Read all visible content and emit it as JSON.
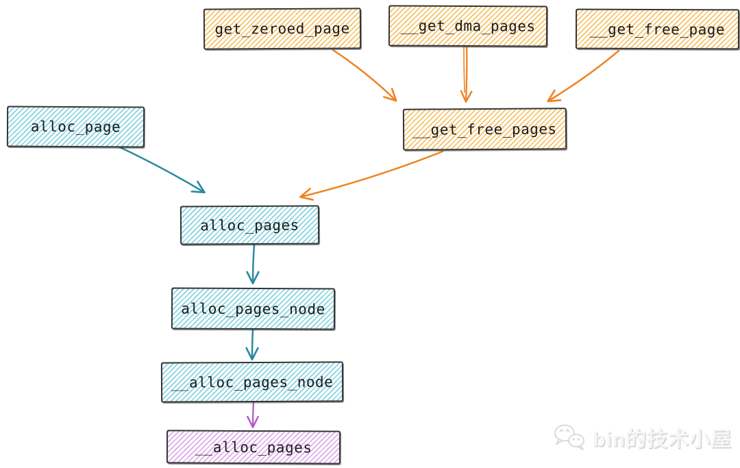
{
  "diagram": {
    "type": "flowchart-call-graph",
    "nodes": [
      {
        "id": "get_zeroed_page",
        "label": "get_zeroed_page",
        "fill": "orange"
      },
      {
        "id": "__get_dma_pages",
        "label": "__get_dma_pages",
        "fill": "orange"
      },
      {
        "id": "__get_free_page",
        "label": "__get_free_page",
        "fill": "orange"
      },
      {
        "id": "__get_free_pages",
        "label": "__get_free_pages",
        "fill": "orange"
      },
      {
        "id": "alloc_page",
        "label": "alloc_page",
        "fill": "blue"
      },
      {
        "id": "alloc_pages",
        "label": "alloc_pages",
        "fill": "blue"
      },
      {
        "id": "alloc_pages_node",
        "label": "alloc_pages_node",
        "fill": "blue"
      },
      {
        "id": "__alloc_pages_node",
        "label": "__alloc_pages_node",
        "fill": "blue"
      },
      {
        "id": "__alloc_pages",
        "label": "__alloc_pages",
        "fill": "purple"
      }
    ],
    "edges": [
      {
        "from": "get_zeroed_page",
        "to": "__get_free_pages",
        "color": "orange"
      },
      {
        "from": "__get_dma_pages",
        "to": "__get_free_pages",
        "color": "orange"
      },
      {
        "from": "__get_free_page",
        "to": "__get_free_pages",
        "color": "orange"
      },
      {
        "from": "__get_free_pages",
        "to": "alloc_pages",
        "color": "orange"
      },
      {
        "from": "alloc_page",
        "to": "alloc_pages",
        "color": "teal"
      },
      {
        "from": "alloc_pages",
        "to": "alloc_pages_node",
        "color": "teal"
      },
      {
        "from": "alloc_pages_node",
        "to": "__alloc_pages_node",
        "color": "teal"
      },
      {
        "from": "__alloc_pages_node",
        "to": "__alloc_pages",
        "color": "purple"
      }
    ],
    "colors": {
      "arrow_orange": "#ef8321",
      "arrow_teal": "#2b8a9e",
      "arrow_purple": "#b25ac9",
      "hatch_orange": "#f4ac30",
      "hatch_blue": "#40bbd0",
      "hatch_purple": "#c66ee1",
      "border": "#343434",
      "text": "#1b1b1b"
    }
  },
  "watermark": {
    "text": "bin的技术小屋",
    "icon": "wechat-logo-icon"
  }
}
